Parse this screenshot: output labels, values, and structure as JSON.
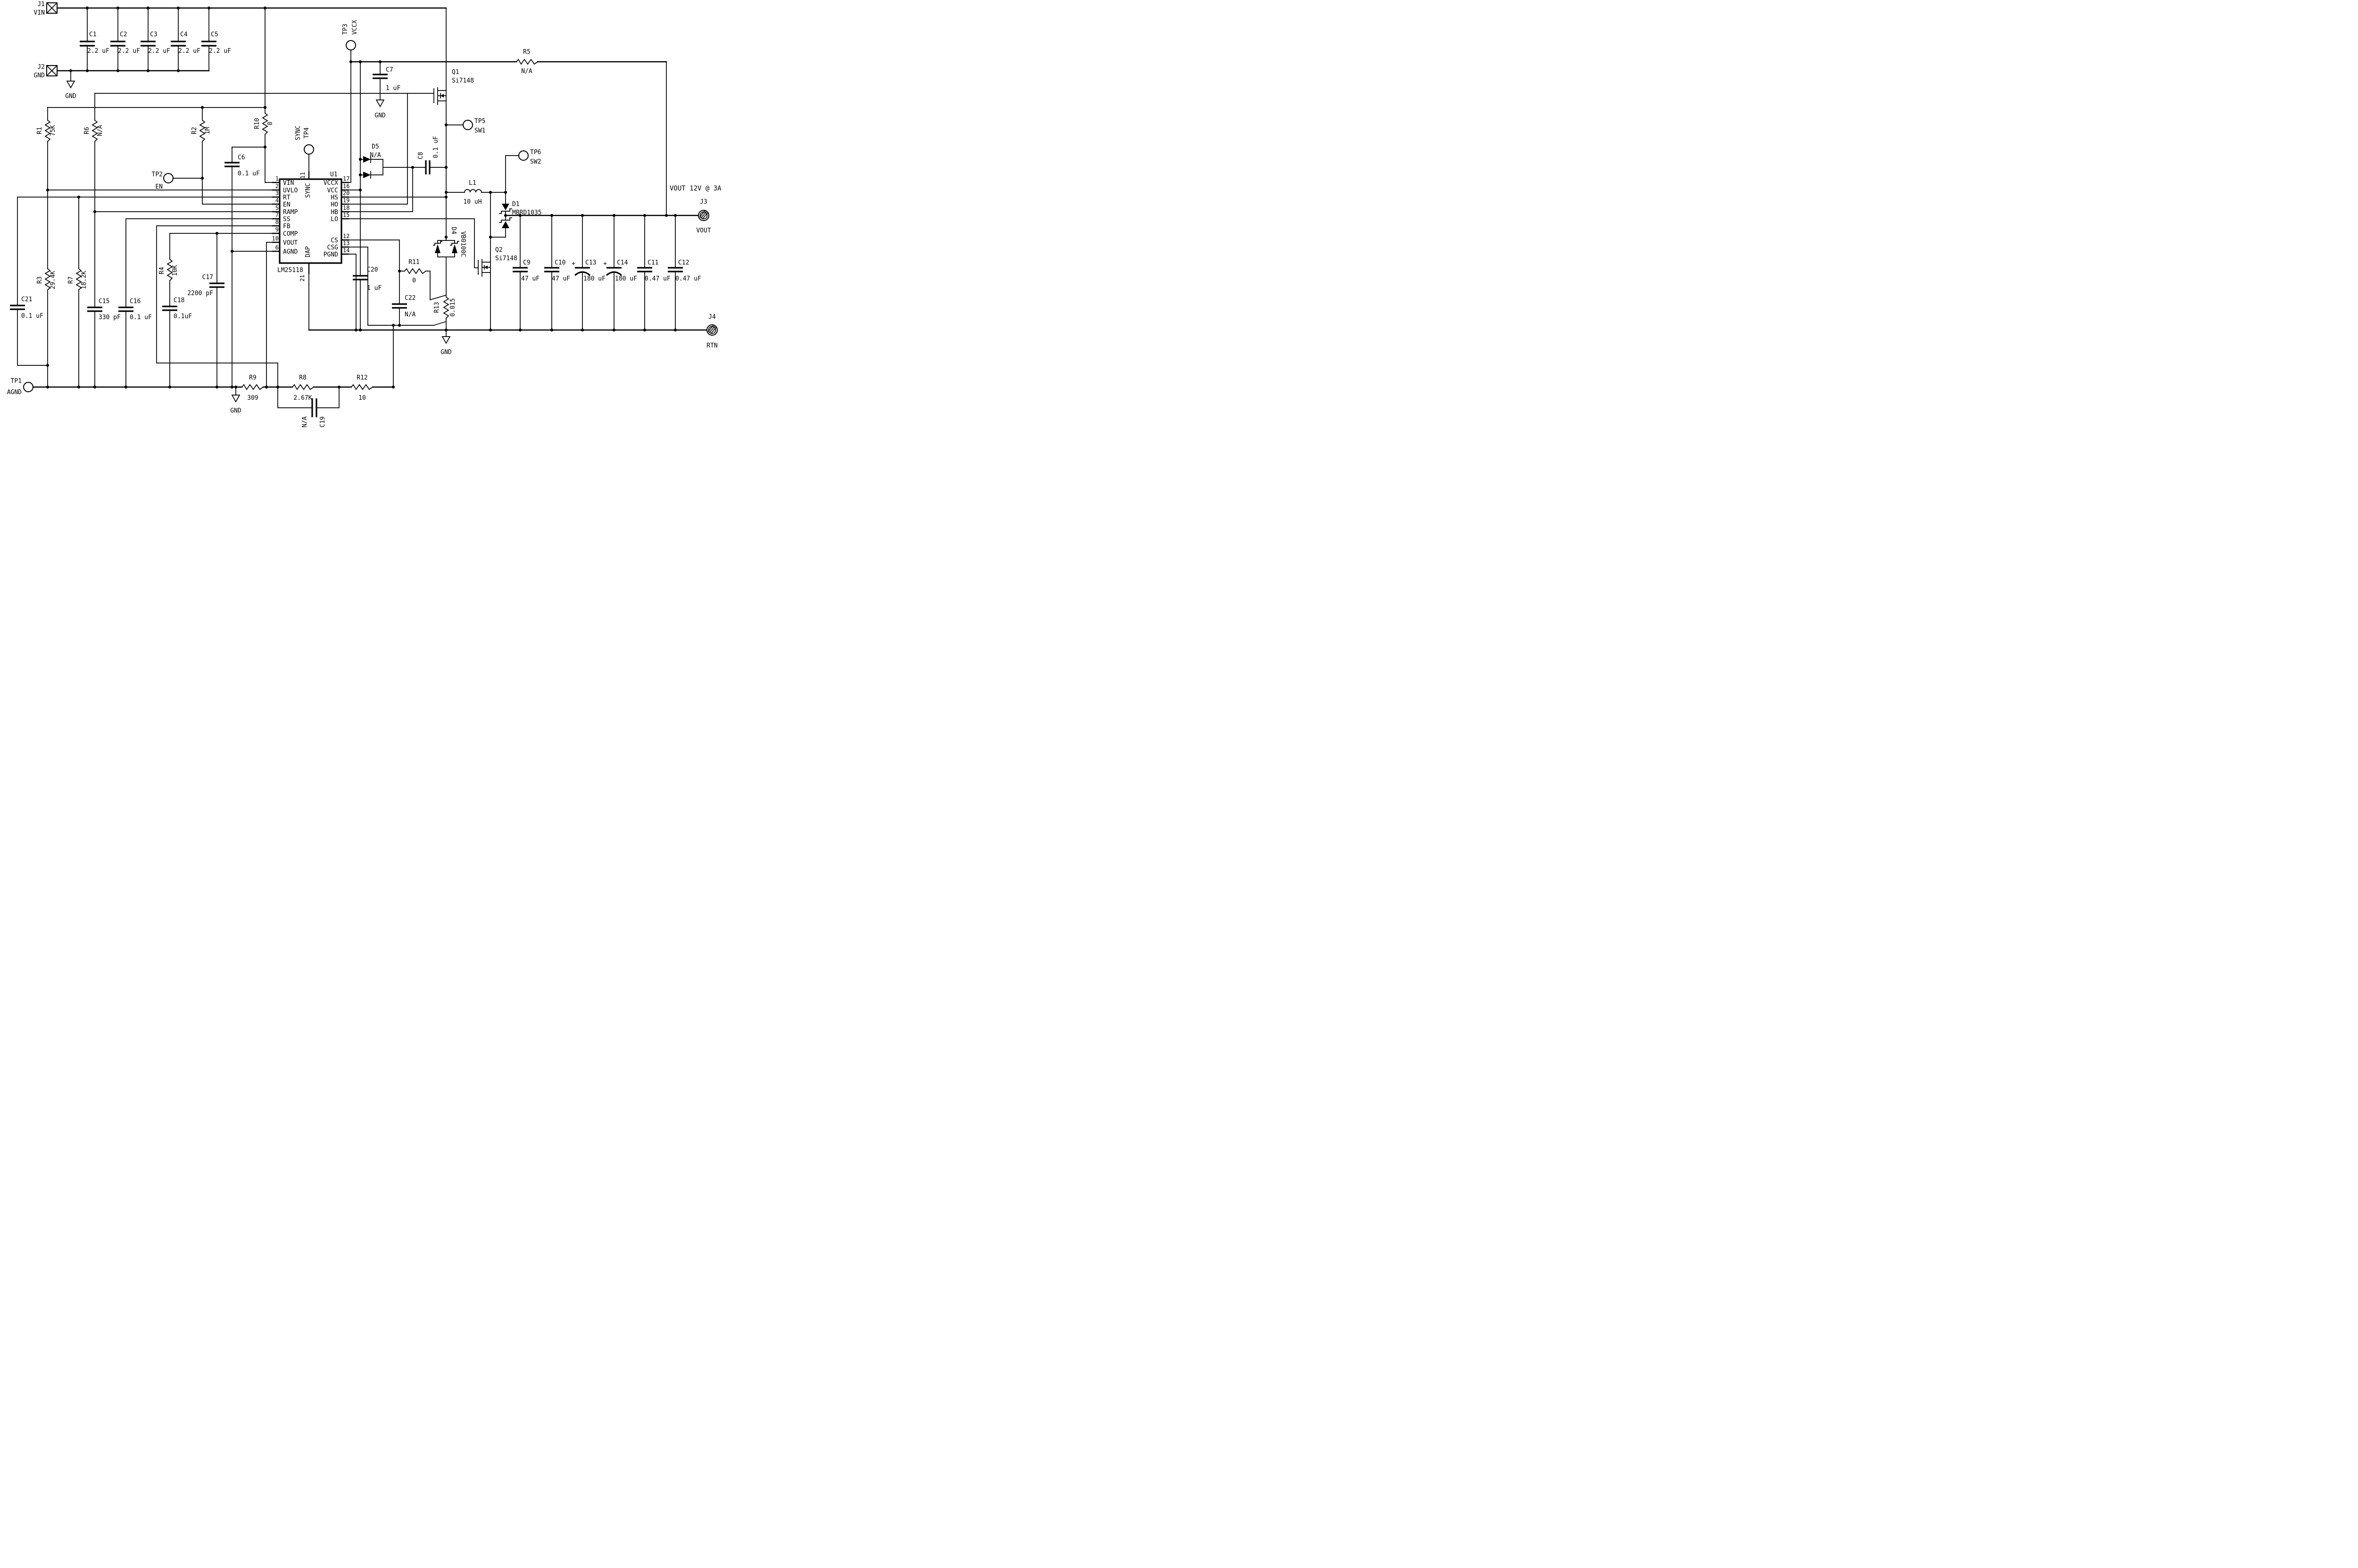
{
  "connectors": {
    "j1": {
      "ref": "J1",
      "net": "VIN"
    },
    "j2": {
      "ref": "J2",
      "net": "GND"
    },
    "j3": {
      "ref": "J3",
      "net": "VOUT"
    },
    "j4": {
      "ref": "J4",
      "net": "RTN"
    }
  },
  "test_points": {
    "tp1": {
      "ref": "TP1",
      "net": "AGND"
    },
    "tp2": {
      "ref": "TP2",
      "net": "EN"
    },
    "tp3": {
      "ref": "TP3",
      "net": "VCCX"
    },
    "tp4": {
      "ref": "TP4",
      "net": "SYNC"
    },
    "tp5": {
      "ref": "TP5",
      "net": "SW1"
    },
    "tp6": {
      "ref": "TP6",
      "net": "SW2"
    }
  },
  "ic": {
    "ref": "U1",
    "part": "LM25118",
    "left_pins": [
      {
        "num": "1",
        "name": "VIN"
      },
      {
        "num": "2",
        "name": "UVLO"
      },
      {
        "num": "3",
        "name": "RT"
      },
      {
        "num": "4",
        "name": "EN"
      },
      {
        "num": "5",
        "name": "RAMP"
      },
      {
        "num": "7",
        "name": "SS"
      },
      {
        "num": "8",
        "name": "FB"
      },
      {
        "num": "9",
        "name": "COMP"
      },
      {
        "num": "10",
        "name": "VOUT"
      },
      {
        "num": "6",
        "name": "AGND"
      }
    ],
    "right_pins": [
      {
        "num": "17",
        "name": "VCCX"
      },
      {
        "num": "16",
        "name": "VCC"
      },
      {
        "num": "20",
        "name": "HS"
      },
      {
        "num": "19",
        "name": "HO"
      },
      {
        "num": "18",
        "name": "HB"
      },
      {
        "num": "15",
        "name": "LO"
      },
      {
        "num": "12",
        "name": "CS"
      },
      {
        "num": "13",
        "name": "CSG"
      },
      {
        "num": "14",
        "name": "PGND"
      }
    ],
    "top_pin": {
      "num": "11",
      "name": "SYNC"
    },
    "bottom_pin": {
      "num": "21",
      "name": "DAP"
    }
  },
  "resistors": {
    "r1": {
      "ref": "R1",
      "value": "75K"
    },
    "r2": {
      "ref": "R2",
      "value": "1M"
    },
    "r3": {
      "ref": "R3",
      "value": "29.4K"
    },
    "r4": {
      "ref": "R4",
      "value": "10K"
    },
    "r5": {
      "ref": "R5",
      "value": "N/A"
    },
    "r6": {
      "ref": "R6",
      "value": "N/A"
    },
    "r7": {
      "ref": "R7",
      "value": "18.2K"
    },
    "r8": {
      "ref": "R8",
      "value": "2.67K"
    },
    "r9": {
      "ref": "R9",
      "value": "309"
    },
    "r10": {
      "ref": "R10",
      "value": "0"
    },
    "r11": {
      "ref": "R11",
      "value": "0"
    },
    "r12": {
      "ref": "R12",
      "value": "10"
    },
    "r13": {
      "ref": "R13",
      "value": "0.015"
    }
  },
  "capacitors": {
    "c1": {
      "ref": "C1",
      "value": "2.2 uF"
    },
    "c2": {
      "ref": "C2",
      "value": "2.2 uF"
    },
    "c3": {
      "ref": "C3",
      "value": "2.2 uF"
    },
    "c4": {
      "ref": "C4",
      "value": "2.2 uF"
    },
    "c5": {
      "ref": "C5",
      "value": "2.2 uF"
    },
    "c6": {
      "ref": "C6",
      "value": "0.1 uF"
    },
    "c7": {
      "ref": "C7",
      "value": "1 uF"
    },
    "c8": {
      "ref": "C8",
      "value": "0.1 uF"
    },
    "c9": {
      "ref": "C9",
      "value": "47 uF"
    },
    "c10": {
      "ref": "C10",
      "value": "47 uF"
    },
    "c11": {
      "ref": "C11",
      "value": "0.47 uF"
    },
    "c12": {
      "ref": "C12",
      "value": "0.47 uF"
    },
    "c13": {
      "ref": "C13",
      "value": "180 uF"
    },
    "c14": {
      "ref": "C14",
      "value": "180 uF"
    },
    "c15": {
      "ref": "C15",
      "value": "330 pF"
    },
    "c16": {
      "ref": "C16",
      "value": "0.1 uF"
    },
    "c17": {
      "ref": "C17",
      "value": "2200 pF"
    },
    "c18": {
      "ref": "C18",
      "value": "0.1uF"
    },
    "c19": {
      "ref": "C19",
      "value": "N/A"
    },
    "c20": {
      "ref": "C20",
      "value": "1 uF"
    },
    "c21": {
      "ref": "C21",
      "value": "0.1 uF"
    },
    "c22": {
      "ref": "C22",
      "value": "N/A"
    }
  },
  "inductors": {
    "l1": {
      "ref": "L1",
      "value": "10 uH"
    }
  },
  "diodes": {
    "d1": {
      "ref": "D1",
      "value": "MBRD1035"
    },
    "d4": {
      "ref": "D4",
      "value": "VB0100C"
    },
    "d5": {
      "ref": "D5",
      "value": "N/A"
    }
  },
  "transistors": {
    "q1": {
      "ref": "Q1",
      "value": "Si7148"
    },
    "q2": {
      "ref": "Q2",
      "value": "Si7148"
    }
  },
  "annotations": {
    "output_rating": "VOUT 12V @ 3A",
    "gnd_label": "GND",
    "polarity_plus": "+"
  },
  "colors": {
    "line": "#000000",
    "background": "#ffffff"
  }
}
